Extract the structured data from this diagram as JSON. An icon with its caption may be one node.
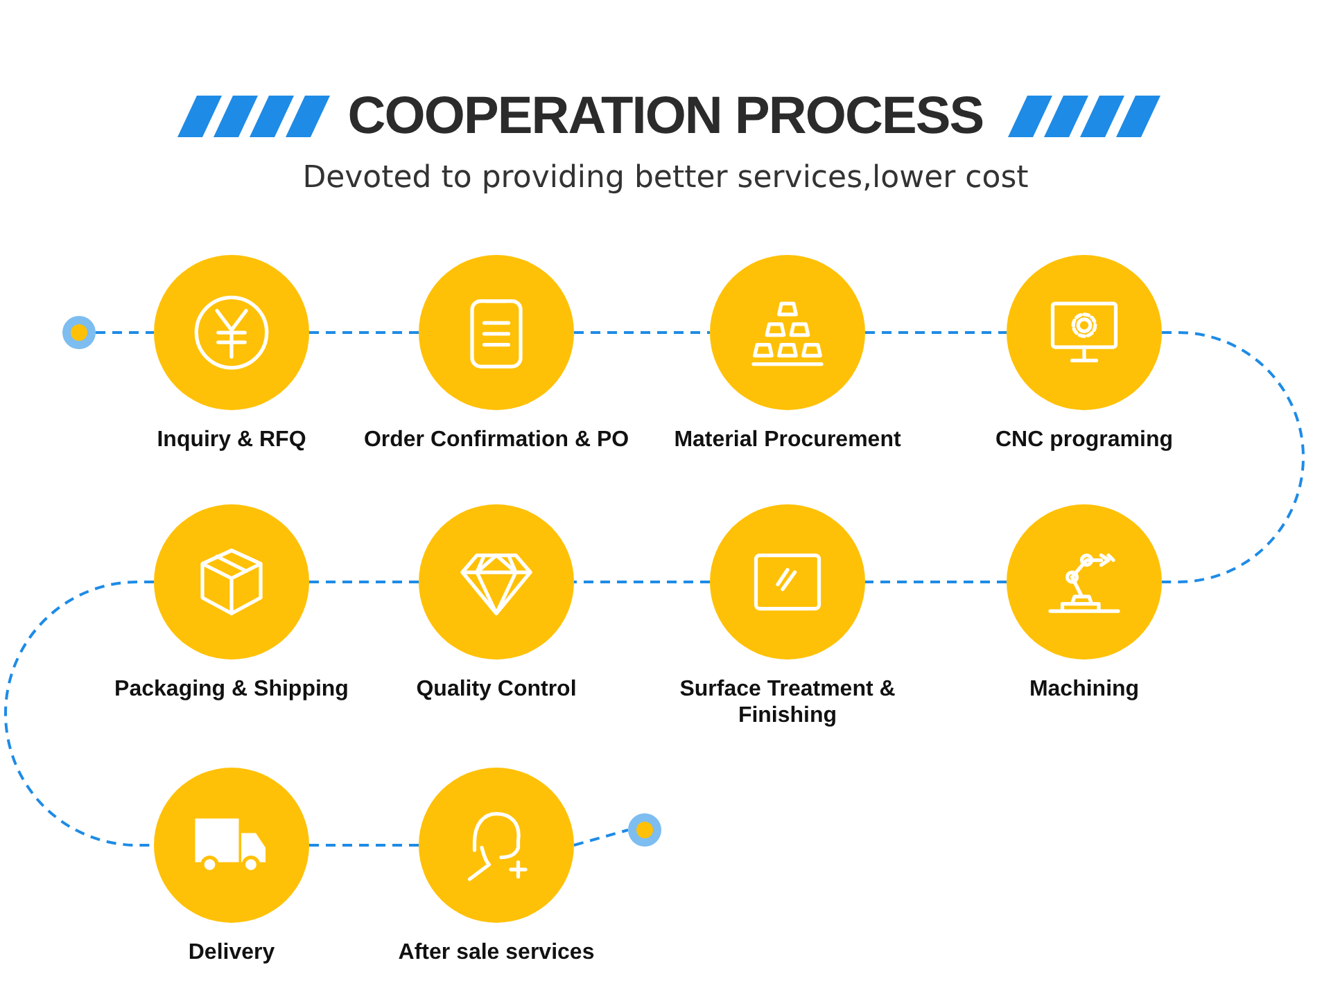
{
  "diagram": {
    "title": "COOPERATION PROCESS",
    "nodes": [
      {
        "text": [],
        "shape": "circle"
      },
      {
        "text": [
          "Inquiry & RFQ"
        ]
      },
      {
        "text": [
          "Order Confirmation & PO"
        ]
      },
      {
        "text": [
          "Material Procurement"
        ]
      },
      {
        "text": [
          "CNC programing"
        ]
      },
      {
        "text": [
          "Packaging & Shipping"
        ]
      },
      {
        "text": [
          "Quality Control"
        ]
      },
      {
        "text": [
          "Surface Treatment & Finishing"
        ]
      },
      {
        "text": [
          "Machining"
        ]
      },
      {
        "text": [
          "Delivery"
        ]
      },
      {
        "text": [
          "After sale services"
        ]
      },
      {
        "text": [],
        "shape": "circle"
      }
    ],
    "edges": [
      {
        "from": 0,
        "to": 1,
        "arrow": "none",
        "style": "dashed"
      },
      {
        "from": 1,
        "to": 2,
        "arrow": "none",
        "style": "dashed"
      },
      {
        "from": 2,
        "to": 3,
        "arrow": "none",
        "style": "dashed"
      },
      {
        "from": 3,
        "to": 4,
        "arrow": "none",
        "style": "dashed"
      },
      {
        "from": 4,
        "to": 8,
        "arrow": "none",
        "style": "dashed"
      },
      {
        "from": 8,
        "to": 7,
        "arrow": "none",
        "style": "dashed"
      },
      {
        "from": 7,
        "to": 6,
        "arrow": "none",
        "style": "dashed"
      },
      {
        "from": 6,
        "to": 5,
        "arrow": "none",
        "style": "dashed"
      },
      {
        "from": 5,
        "to": 9,
        "arrow": "none",
        "style": "dashed"
      },
      {
        "from": 9,
        "to": 10,
        "arrow": "none",
        "style": "dashed"
      },
      {
        "from": 10,
        "to": 11,
        "arrow": "none",
        "style": "dashed"
      }
    ],
    "labels": [
      "Devoted to providing better services,lower cost"
    ]
  }
}
